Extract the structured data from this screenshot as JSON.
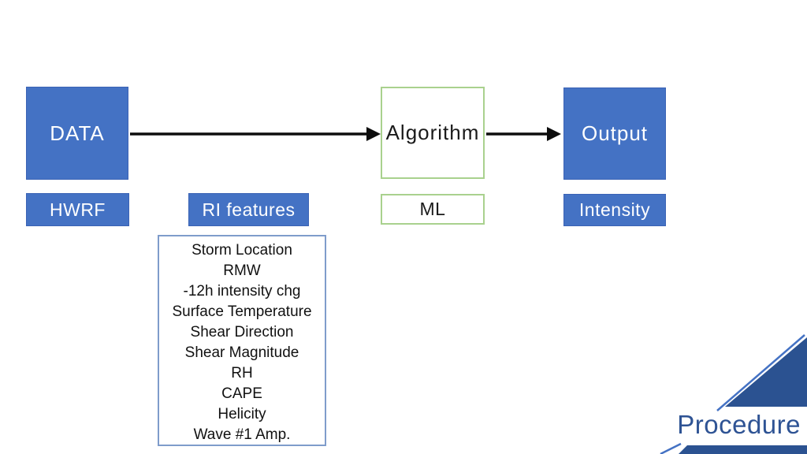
{
  "slide": {
    "title": "Procedure",
    "background": "#ffffff",
    "colors": {
      "node_blue": "#4472C4",
      "node_blue_border": "#3B63B5",
      "green_border": "#A9D18E",
      "feature_box_border": "#7F9CCB",
      "accent_dark_blue": "#2B5291",
      "title_blue": "#2E5394",
      "arrow_black": "#000000"
    }
  },
  "flow": {
    "nodes": [
      {
        "label": "DATA"
      },
      {
        "label": "Algorithm"
      },
      {
        "label": "Output"
      }
    ],
    "sub_labels": [
      {
        "label": "HWRF"
      },
      {
        "label": "RI features"
      },
      {
        "label": "ML"
      },
      {
        "label": "Intensity"
      }
    ],
    "features": [
      "Storm Location",
      "RMW",
      "-12h intensity chg",
      "Surface Temperature",
      "Shear Direction",
      "Shear Magnitude",
      "RH",
      "CAPE",
      "Helicity",
      "Wave #1 Amp."
    ]
  }
}
